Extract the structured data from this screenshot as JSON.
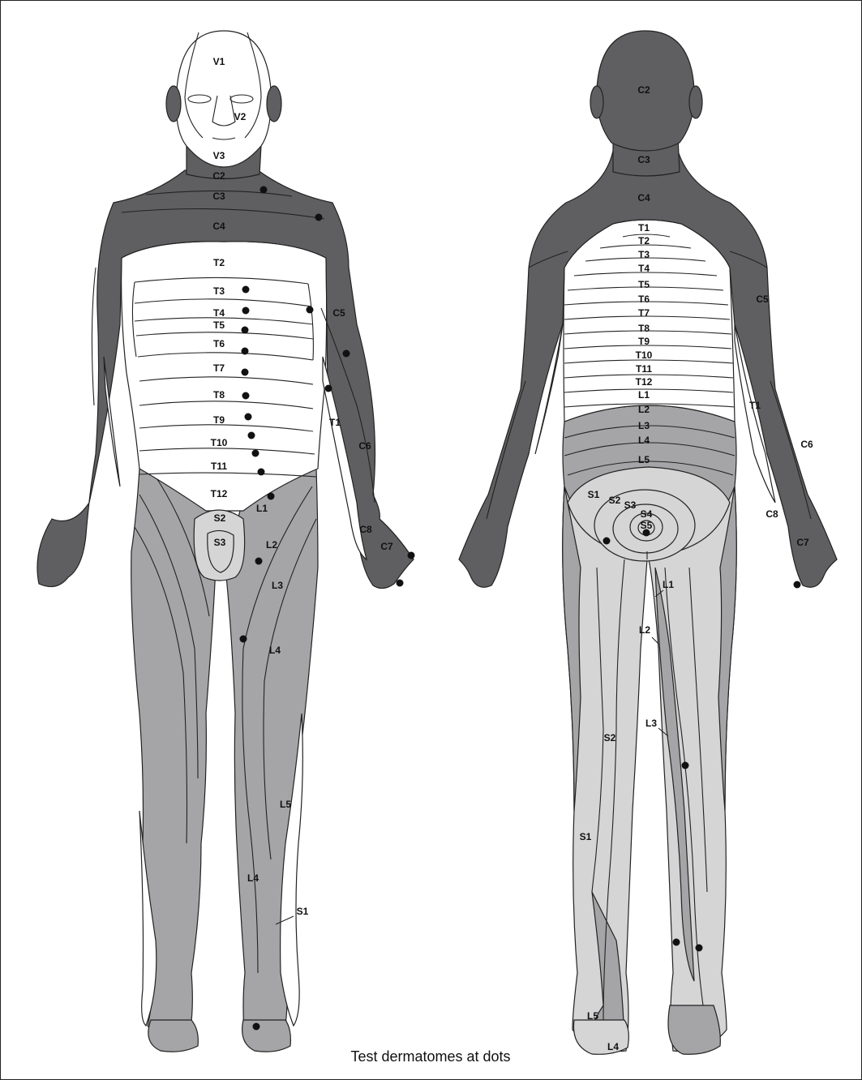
{
  "caption": "Test dermatomes at dots",
  "front_labels": {
    "V1": "V1",
    "V2": "V2",
    "V3": "V3",
    "C2": "C2",
    "C3": "C3",
    "C4": "C4",
    "C5": "C5",
    "C6": "C6",
    "C7": "C7",
    "C8": "C8",
    "T1": "T1",
    "T2": "T2",
    "T3": "T3",
    "T4": "T4",
    "T5": "T5",
    "T6": "T6",
    "T7": "T7",
    "T8": "T8",
    "T9": "T9",
    "T10": "T10",
    "T11": "T11",
    "T12": "T12",
    "L1": "L1",
    "L2": "L2",
    "L3": "L3",
    "L4": "L4",
    "L4b": "L4",
    "L5": "L5",
    "S1": "S1",
    "S2": "S2",
    "S3": "S3"
  },
  "back_labels": {
    "C2": "C2",
    "C3": "C3",
    "C4": "C4",
    "C5": "C5",
    "C6": "C6",
    "C7": "C7",
    "C8": "C8",
    "T1": "T1",
    "T1s": "T1",
    "T2": "T2",
    "T3": "T3",
    "T4": "T4",
    "T5": "T5",
    "T6": "T6",
    "T7": "T7",
    "T8": "T8",
    "T9": "T9",
    "T10": "T10",
    "T11": "T11",
    "T12": "T12",
    "L1": "L1",
    "L2": "L2",
    "L3": "L3",
    "L4": "L4",
    "L5": "L5",
    "L1b": "L1",
    "L2b": "L2",
    "L3b": "L3",
    "L4b": "L4",
    "L5b": "L5",
    "S1": "S1",
    "S2": "S2",
    "S3": "S3",
    "S4": "S4",
    "S5": "S5",
    "S1b": "S1",
    "S2b": "S2"
  },
  "colors": {
    "cervical_thoracic_arm": "#5f5f61",
    "lumbar": "#a5a5a7",
    "sacral": "#d5d5d6",
    "trigeminal_thoracic": "#ffffff"
  }
}
